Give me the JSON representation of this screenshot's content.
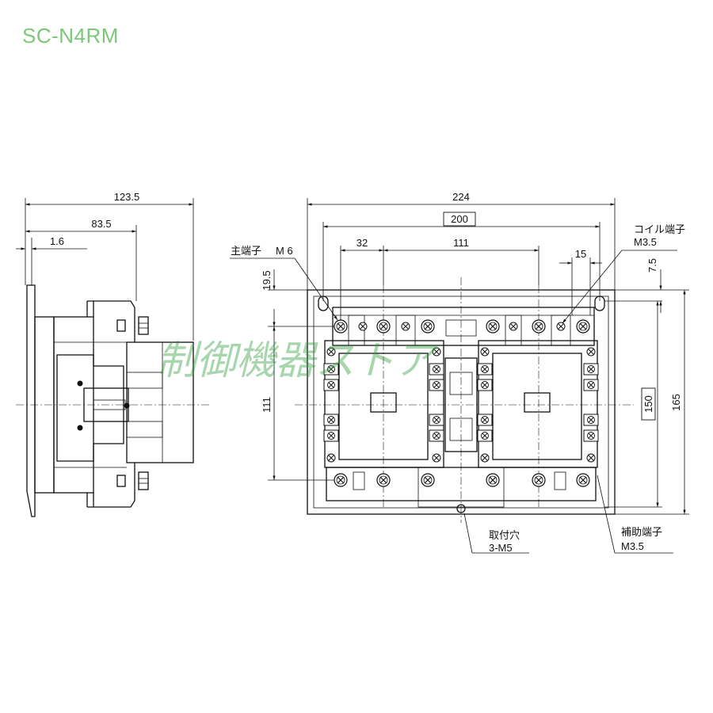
{
  "title": "SC-N4RM",
  "watermark": "制御機器ストア",
  "colors": {
    "title": "#7cc67a",
    "watermark": "#2e9a3a",
    "line": "#111111"
  },
  "side_view": {
    "dims": {
      "overall": "123.5",
      "mid": "83.5",
      "plate": "1.6"
    }
  },
  "front_view": {
    "dims": {
      "width": "224",
      "mount_pitch": "200",
      "main_pitch": "32",
      "between": "111",
      "coil_pitch": "15",
      "top_offset": "19.5",
      "coil_offset": "7.5",
      "height_inner": "111",
      "height_mount": "150",
      "height": "165"
    },
    "labels": {
      "main_terminal": "主端子",
      "main_terminal_size": "M 6",
      "coil_terminal": "コイル端子",
      "coil_terminal_size": "M3.5",
      "mount_hole": "取付穴",
      "mount_hole_size": "3-M5",
      "aux_terminal": "補助端子",
      "aux_terminal_size": "M3.5"
    }
  }
}
